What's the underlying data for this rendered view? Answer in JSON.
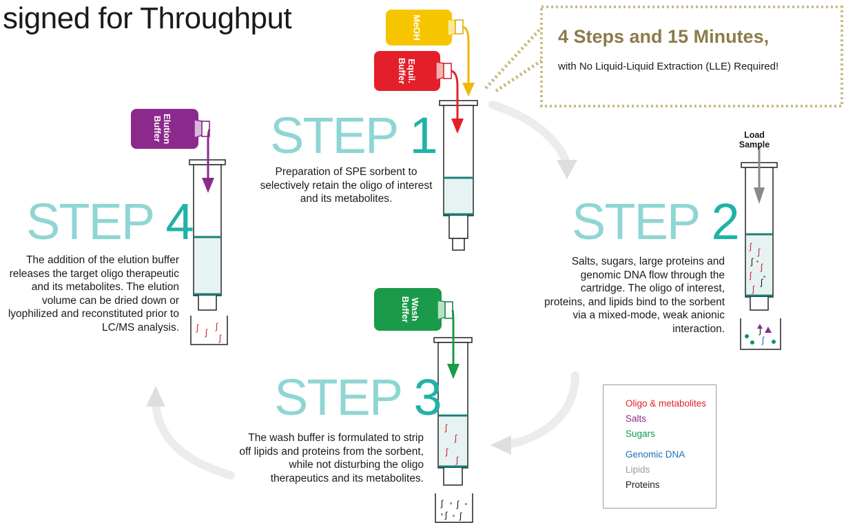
{
  "page_title": "signed for Throughput",
  "callout": {
    "headline": "4 Steps and 15 Minutes,",
    "subtext": "with No Liquid-Liquid Extraction (LLE) Required!"
  },
  "bottles": {
    "meoh": "MeOH",
    "equil": [
      "Equil.",
      "Buffer"
    ],
    "elution": [
      "Elution",
      "Buffer"
    ],
    "wash": [
      "Wash",
      "Buffer"
    ]
  },
  "load_label": [
    "Load",
    "Sample"
  ],
  "steps": [
    {
      "word": "STEP ",
      "num": "1",
      "description": "Preparation of SPE sorbent to selectively retain the oligo of interest and its metabolites."
    },
    {
      "word": "STEP ",
      "num": "2",
      "description": "Salts, sugars, large proteins and genomic DNA flow through the cartridge. The oligo of interest, proteins, and lipids bind to the sorbent via a mixed-mode, weak anionic interaction."
    },
    {
      "word": "STEP ",
      "num": "3",
      "description": "The wash buffer is formulated to strip off lipids and proteins from the sorbent, while not disturbing the oligo therapeutics and its metabolites."
    },
    {
      "word": "STEP ",
      "num": "4",
      "description": "The addition of the elution buffer releases the target oligo therapeutic and its metabolites. The elution volume can be dried down or lyophilized and reconstituted prior to LC/MS analysis."
    }
  ],
  "legend": [
    {
      "label": "Oligo & metabolites",
      "color": "#e0202a",
      "icon": "oligo-icon"
    },
    {
      "label": "Salts",
      "color": "#8b2a8c",
      "icon": "salt-icon"
    },
    {
      "label": "Sugars",
      "color": "#0a9a4a",
      "icon": "sugar-icon"
    },
    {
      "label": "Genomic DNA",
      "color": "#1f6fb8",
      "icon": "dna-icon"
    },
    {
      "label": "Lipids",
      "color": "#9b9b9b",
      "icon": "lipid-icon"
    },
    {
      "label": "Proteins",
      "color": "#1a1a1a",
      "icon": "protein-icon"
    }
  ],
  "colors": {
    "step_word": "#8fd6d3",
    "step_num": "#1fb2a8",
    "callout_head": "#8c7b4a",
    "meoh": "#f2b705",
    "equil": "#e3202a",
    "elution": "#8b2a8c",
    "wash": "#1a9a4a",
    "load_arrow": "#8a8a8a"
  }
}
